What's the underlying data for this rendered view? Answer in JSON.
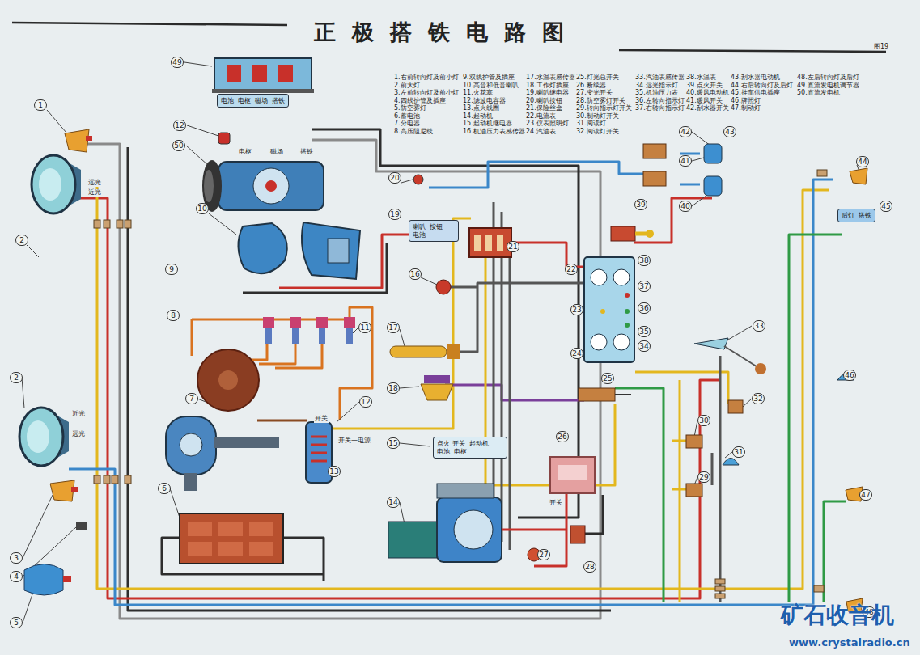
{
  "diagram": {
    "title": "正极搭铁电路图",
    "nodes": [
      {
        "text": [
          "喇叭",
          "按钮",
          "电池"
        ]
      },
      {
        "text": [
          "点火 开关",
          "起动机",
          "电池",
          "电枢"
        ]
      },
      {
        "text": [
          "电池",
          "电枢",
          "磁场",
          "搭铁"
        ]
      },
      {
        "text": [
          "后灯",
          "搭铁"
        ]
      }
    ],
    "labels": [
      "图19",
      "1.右前转向灯及前小灯",
      "2.前大灯",
      "3.左前转向灯及前小灯",
      "4.四线护管及插座",
      "5.防空雾灯",
      "6.蓄电池",
      "7.分电器",
      "8.高压阻尼线",
      "9.双线护管及插座",
      "10.高音和低音喇叭",
      "11.火花塞",
      "12.滤波电容器",
      "13.点火线圈",
      "14.起动机",
      "15.起动机继电器",
      "16.机油压力表感传器",
      "17.水温表感传器",
      "18.工作灯插座",
      "19.喇叭继电器",
      "20.喇叭按钮",
      "21.保险丝盒",
      "22.电流表",
      "23.仪表照明灯",
      "24.汽油表",
      "25.灯光总开关",
      "26.断续器",
      "27.变光开关",
      "28.防空雾灯开关",
      "29.转向指示灯开关",
      "30.制动灯开关",
      "31.阅读灯",
      "32.阅读灯开关",
      "33.汽油表感传器",
      "34.远光指示灯",
      "35.机油压力表",
      "36.左转向指示灯",
      "37.右转向指示灯",
      "38.水温表",
      "39.点火开关",
      "40.暖风电动机",
      "41.暖风开关",
      "42.刮水器开关",
      "43.刮水器电动机",
      "44.右后转向灯及后灯",
      "45.挂车供电插座",
      "46.牌照灯",
      "47.制动灯",
      "48.左后转向灯及后灯",
      "49.直流发电机调节器",
      "50.直流发电机",
      "1",
      "2",
      "9",
      "49",
      "12",
      "50",
      "10",
      "8",
      "2",
      "7",
      "6",
      "3",
      "4",
      "5",
      "11",
      "12",
      "13",
      "14",
      "15",
      "16",
      "17",
      "18",
      "19",
      "20",
      "21",
      "22",
      "23",
      "24",
      "25",
      "26",
      "27",
      "28",
      "29",
      "30",
      "31",
      "32",
      "33",
      "34",
      "35",
      "36",
      "37",
      "38",
      "39",
      "40",
      "41",
      "42",
      "43",
      "44",
      "45",
      "46",
      "47",
      "48",
      "远光",
      "近光",
      "近光",
      "远光",
      "电枢",
      "磁场",
      "搭铁",
      "开关",
      "开关—电源",
      "开关",
      "矿石收音机",
      "www.crystalradio.cn"
    ]
  }
}
